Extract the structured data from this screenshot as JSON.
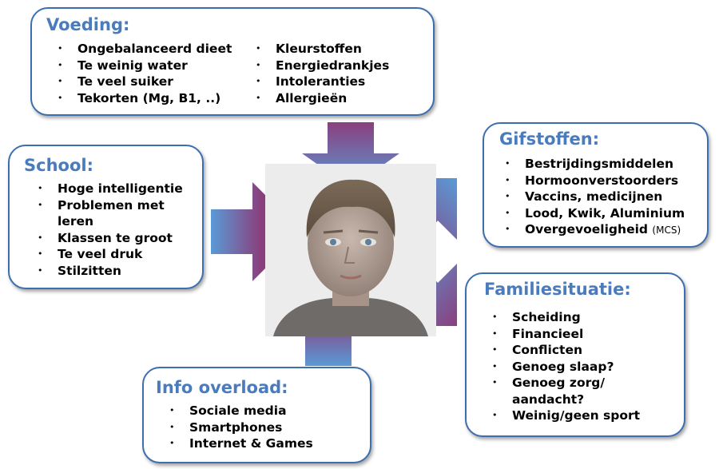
{
  "voeding": {
    "title": "Voeding:",
    "col1": [
      "Ongebalanceerd dieet",
      "Te weinig water",
      "Te veel suiker",
      "Tekorten (Mg, B1, ..)"
    ],
    "col2": [
      "Kleurstoffen",
      "Energiedrankjes",
      "Intoleranties",
      "Allergieën"
    ]
  },
  "school": {
    "title": "School:",
    "items": [
      "Hoge intelligentie",
      "Problemen met leren",
      "Klassen te groot",
      "Te veel druk",
      "Stilzitten"
    ]
  },
  "gifstoffen": {
    "title": "Gifstoffen:",
    "items": [
      "Bestrijdingsmiddelen",
      "Hormoonverstoorders",
      "Vaccins, medicijnen",
      "Lood, Kwik, Aluminium",
      "Overgevoeligheid"
    ],
    "suffix": "(MCS)"
  },
  "familie": {
    "title": "Familiesituatie:",
    "items": [
      "Scheiding",
      "Financieel",
      "Conflicten",
      "Genoeg slaap?",
      "Genoeg zorg/ aandacht?",
      "Weinig/geen sport"
    ]
  },
  "info": {
    "title": "Info overload:",
    "items": [
      "Sociale media",
      "Smartphones",
      "Internet & Games"
    ]
  },
  "colors": {
    "box_border": "#3d6eb0",
    "title": "#4a7bbd",
    "arrow_a": "#5a9ad6",
    "arrow_b": "#8a3f7d"
  },
  "center_image": "boy-portrait"
}
